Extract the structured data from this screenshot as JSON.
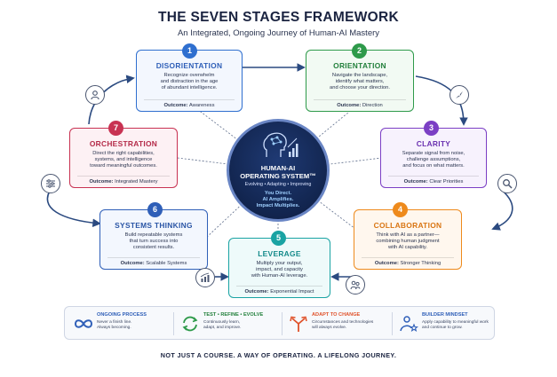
{
  "title": "THE SEVEN STAGES FRAMEWORK",
  "subtitle": "An Integrated, Ongoing Journey of Human-AI Mastery",
  "core": {
    "title_line1": "HUMAN-AI",
    "title_line2": "OPERATING SYSTEM™",
    "subtitle": "Evolving • Adapting • Improving",
    "tag1": "You Direct.",
    "tag2": "AI Amplifies.",
    "tag3": "Impact Multiplies."
  },
  "stages": [
    {
      "num": "1",
      "title": "DISORIENTATION",
      "desc1": "Recognize overwhelm",
      "desc2": "and distraction in the age",
      "desc3": "of abundant intelligence.",
      "outcome_label": "Outcome:",
      "outcome": "Awareness",
      "color": "#2f6fcf"
    },
    {
      "num": "2",
      "title": "ORIENTATION",
      "desc1": "Navigate the landscape,",
      "desc2": "identify what matters,",
      "desc3": "and choose your direction.",
      "outcome_label": "Outcome:",
      "outcome": "Direction",
      "color": "#2e9a4a"
    },
    {
      "num": "3",
      "title": "CLARITY",
      "desc1": "Separate signal from noise,",
      "desc2": "challenge assumptions,",
      "desc3": "and focus on what matters.",
      "outcome_label": "Outcome:",
      "outcome": "Clear Priorities",
      "color": "#7b3fc4"
    },
    {
      "num": "4",
      "title": "COLLABORATION",
      "desc1": "Think with AI as a partner—",
      "desc2": "combining human judgment",
      "desc3": "with AI capability.",
      "outcome_label": "Outcome:",
      "outcome": "Stronger Thinking",
      "color": "#ee8a1c"
    },
    {
      "num": "5",
      "title": "LEVERAGE",
      "desc1": "Multiply your output,",
      "desc2": "impact, and capacity",
      "desc3": "with Human-AI leverage.",
      "outcome_label": "Outcome:",
      "outcome": "Exponential Impact",
      "color": "#1aa3a3"
    },
    {
      "num": "6",
      "title": "SYSTEMS THINKING",
      "desc1": "Build repeatable systems",
      "desc2": "that turn success into",
      "desc3": "consistent results.",
      "outcome_label": "Outcome:",
      "outcome": "Scalable Systems",
      "color": "#2f5fb8"
    },
    {
      "num": "7",
      "title": "ORCHESTRATION",
      "desc1": "Direct the right capabilities,",
      "desc2": "systems, and intelligence",
      "desc3": "toward meaningful outcomes.",
      "outcome_label": "Outcome:",
      "outcome": "Integrated Mastery",
      "color": "#c83252"
    }
  ],
  "footer": [
    {
      "title": "ONGOING PROCESS",
      "desc1": "Never a finish line.",
      "desc2": "Always becoming.",
      "icon": "infinity-icon",
      "color": "#2f5fb8"
    },
    {
      "title": "TEST • REFINE • EVOLVE",
      "desc1": "Continuously learn,",
      "desc2": "adapt, and improve.",
      "icon": "cycle-arrows-icon",
      "color": "#2e9a4a"
    },
    {
      "title": "ADAPT TO CHANGE",
      "desc1": "Circumstances and technologies",
      "desc2": "will always evolve.",
      "icon": "branching-arrows-icon",
      "color": "#e0522a"
    },
    {
      "title": "BUILDER MINDSET",
      "desc1": "Apply capability to meaningful work",
      "desc2": "and continue to grow.",
      "icon": "person-star-icon",
      "color": "#2f5fb8"
    }
  ],
  "tagline": "NOT JUST A COURSE. A WAY OF OPERATING. A LIFELONG JOURNEY.",
  "colors": {
    "navy": "#12254f",
    "text": "#1f2a44"
  }
}
